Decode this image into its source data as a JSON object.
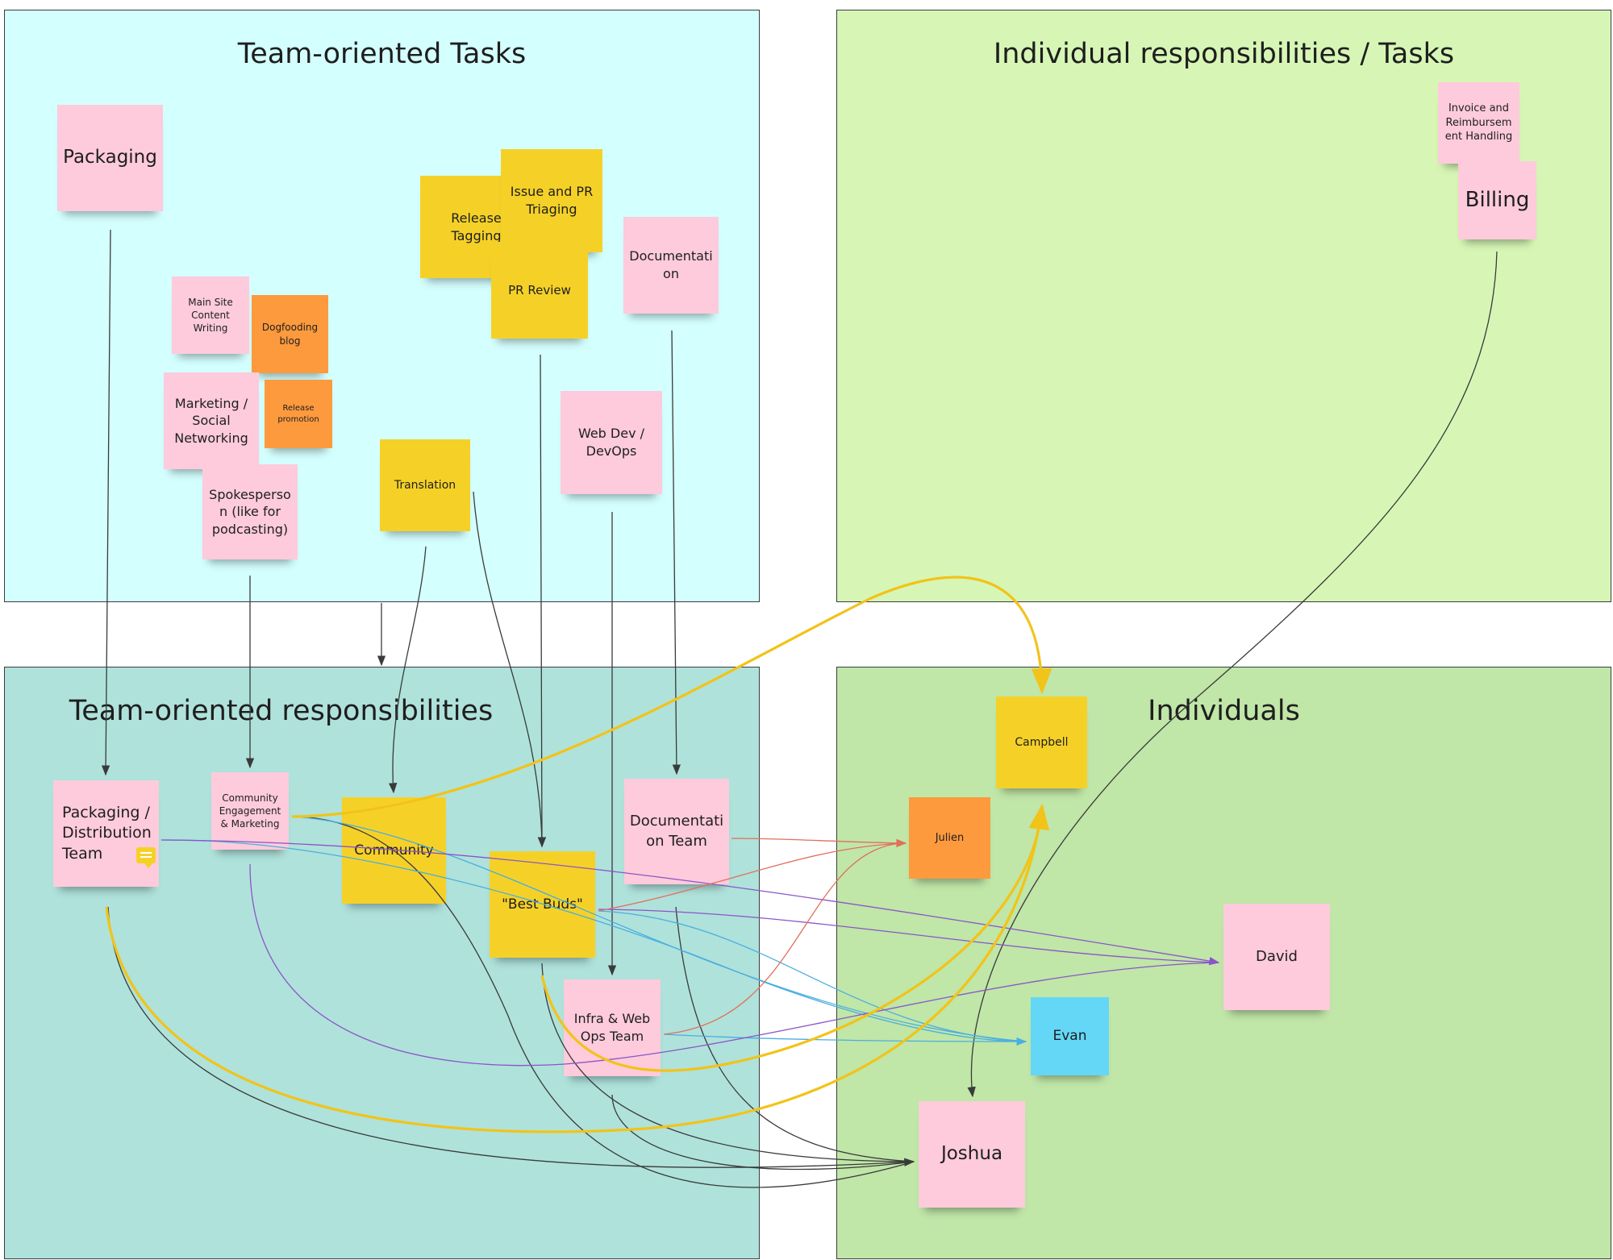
{
  "frames": {
    "team_tasks": "Team-oriented Tasks",
    "individual_tasks": "Individual responsibilities / Tasks",
    "team_responsibilities": "Team-oriented responsibilities",
    "individuals": "Individuals"
  },
  "notes": {
    "packaging": "Packaging",
    "main_site": "Main Site Content Writing",
    "dogfooding": "Dogfooding blog",
    "marketing": "Marketing / Social Networking",
    "release_promotion": "Release promotion",
    "spokesperson": "Spokesperso n (like for podcasting)",
    "translation": "Translation",
    "release_tagging": "Release Tagging",
    "issue_pr": "Issue and PR Triaging",
    "pr_review": "PR Review",
    "documentation": "Documentati on",
    "webdev": "Web Dev / DevOps",
    "invoice": "Invoice and Reimbursem ent Handling",
    "billing": "Billing",
    "packaging_team": "Packaging / Distribution Team",
    "community_engagement": "Community Engagement & Marketing",
    "community": "Community",
    "best_buds": "\"Best Buds\"",
    "documentation_team": "Documentati on Team",
    "infra_team": "Infra & Web Ops Team",
    "campbell": "Campbell",
    "julien": "Julien",
    "david": "David",
    "evan": "Evan",
    "joshua": "Joshua"
  },
  "colors": {
    "pink_note": "#fdcbdb",
    "yellow_note": "#f5d128",
    "orange_note": "#fd9a3e",
    "blue_note": "#64d7f7",
    "frame_team_tasks": "#d4ffff",
    "frame_individual_tasks": "#d7f6b6",
    "frame_team_responsibilities": "#afe2db",
    "frame_individuals": "#c0e6a8",
    "edge_black": "#3a3a3a",
    "edge_yellow": "#f2c318",
    "edge_blue": "#4aaee0",
    "edge_purple": "#8b55c8",
    "edge_red": "#e0705c"
  },
  "icons": {
    "comment": "comment-icon"
  }
}
